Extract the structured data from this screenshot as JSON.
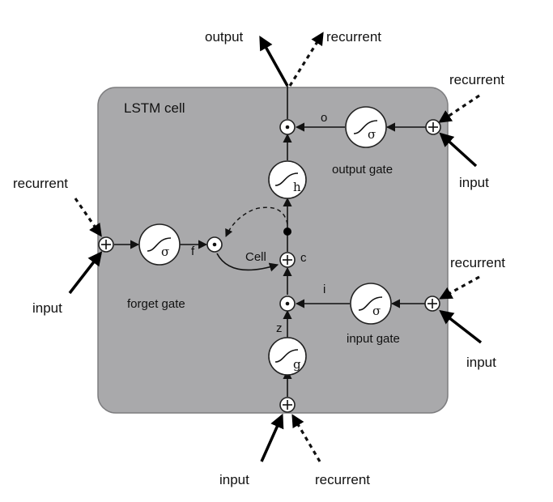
{
  "cell": {
    "title": "LSTM cell",
    "state_label": "Cell",
    "state_symbol": "c"
  },
  "gates": {
    "output": {
      "label": "output gate",
      "symbol": "σ",
      "signal": "o"
    },
    "forget": {
      "label": "forget gate",
      "symbol": "σ",
      "signal": "f"
    },
    "input": {
      "label": "input gate",
      "symbol": "σ",
      "signal": "i"
    },
    "candidate": {
      "symbol": "g",
      "signal": "z"
    },
    "cell_output": {
      "symbol": "h"
    }
  },
  "ops": {
    "add": "+",
    "multiply": "•"
  },
  "io": {
    "top_output": "output",
    "top_recurrent": "recurrent",
    "output_gate_recurrent": "recurrent",
    "output_gate_input": "input",
    "forget_gate_recurrent": "recurrent",
    "forget_gate_input": "input",
    "input_gate_recurrent": "recurrent",
    "input_gate_input": "input",
    "bottom_input": "input",
    "bottom_recurrent": "recurrent"
  },
  "icons": {
    "sigmoid": "sigmoid-curve-icon",
    "plus": "circled-plus-icon",
    "dot": "circled-dot-icon"
  }
}
